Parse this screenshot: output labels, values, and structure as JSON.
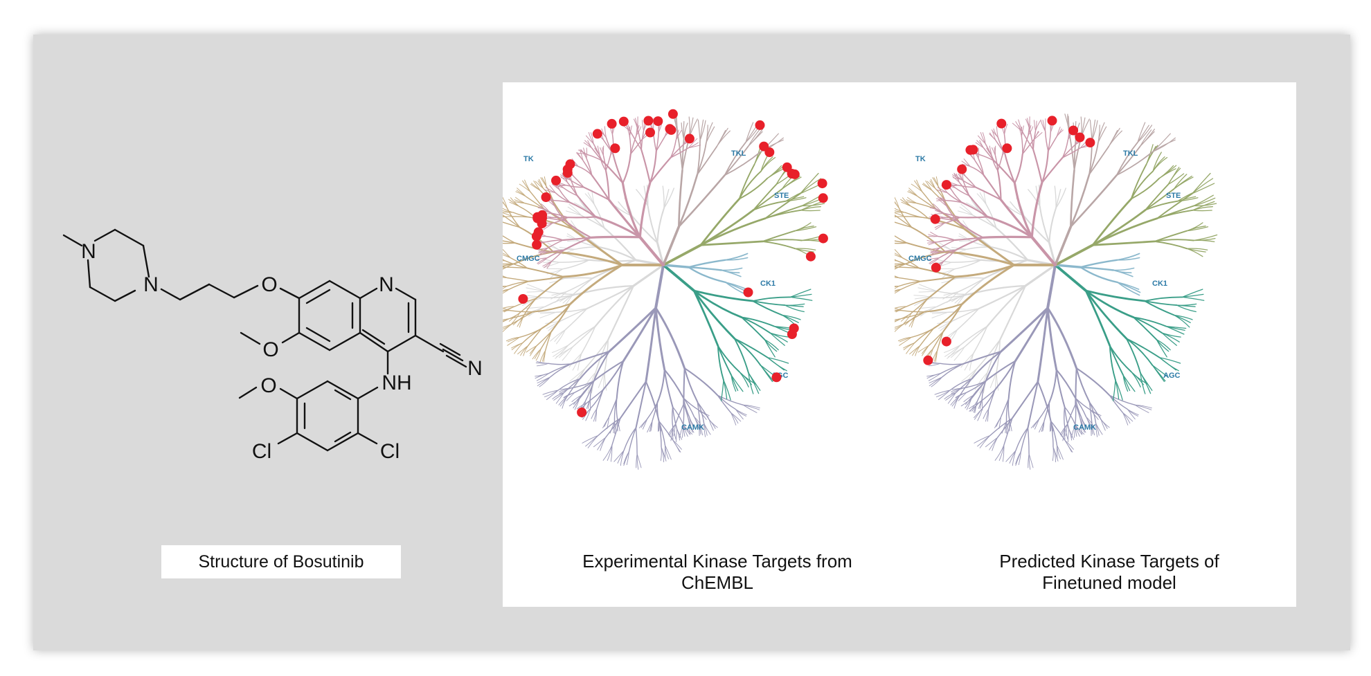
{
  "molecule": {
    "atoms": {
      "n_ring_top": "N",
      "n_ring_left": "N",
      "o_ether": "O",
      "o_methoxy": "O",
      "n_quinoline": "N",
      "nh": "NH",
      "n_nitrile": "N",
      "o_aryl": "O",
      "cl_left": "Cl",
      "cl_right": "Cl"
    }
  },
  "captions": {
    "structure": "Structure of Bosutinib",
    "experimental_line1": "Experimental Kinase Targets from",
    "experimental_line2": "ChEMBL",
    "predicted_line1": "Predicted Kinase Targets of",
    "predicted_line2": "Finetuned model"
  },
  "families": [
    "TK",
    "TKL",
    "STE",
    "CK1",
    "AGC",
    "CAMK",
    "CMGC"
  ],
  "family_colors": {
    "TK": "#c995a8",
    "TKL": "#b9a6a6",
    "STE": "#96a869",
    "CK1": "#8bb8cc",
    "AGC": "#3a9e88",
    "CAMK": "#9a98b8",
    "CMGC": "#c4aa7c",
    "OTHER": "#d9d9d9",
    "ROOT": "#c2c2c2"
  },
  "target_color": "#e8202a",
  "experimental_targets": {
    "TK": 23,
    "TKL": 2,
    "STE": 9,
    "CK1": 1,
    "AGC": 3,
    "CAMK": 1,
    "CMGC": 1,
    "other": 1
  },
  "predicted_targets": {
    "TK": 12,
    "CMGC": 1,
    "other": 1
  }
}
